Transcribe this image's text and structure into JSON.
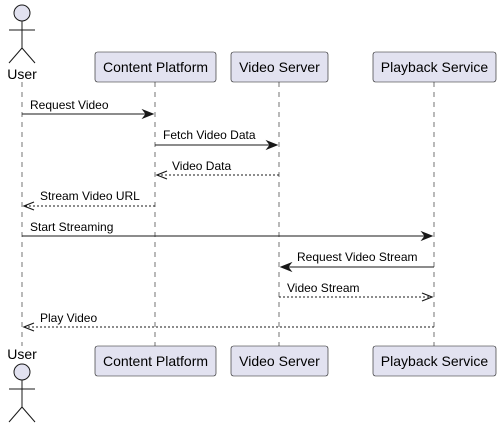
{
  "diagram": {
    "participants": [
      {
        "id": "user",
        "label": "User",
        "kind": "actor",
        "icon": "actor-stick-figure-icon"
      },
      {
        "id": "content_platform",
        "label": "Content Platform",
        "kind": "participant"
      },
      {
        "id": "video_server",
        "label": "Video Server",
        "kind": "participant"
      },
      {
        "id": "playback_service",
        "label": "Playback Service",
        "kind": "participant"
      }
    ],
    "messages": [
      {
        "from": "user",
        "to": "content_platform",
        "label": "Request Video",
        "style": "sync"
      },
      {
        "from": "content_platform",
        "to": "video_server",
        "label": "Fetch Video Data",
        "style": "sync"
      },
      {
        "from": "video_server",
        "to": "content_platform",
        "label": "Video Data",
        "style": "reply"
      },
      {
        "from": "content_platform",
        "to": "user",
        "label": "Stream Video URL",
        "style": "reply"
      },
      {
        "from": "user",
        "to": "playback_service",
        "label": "Start Streaming",
        "style": "sync"
      },
      {
        "from": "playback_service",
        "to": "video_server",
        "label": "Request Video Stream",
        "style": "sync"
      },
      {
        "from": "video_server",
        "to": "playback_service",
        "label": "Video Stream",
        "style": "reply"
      },
      {
        "from": "playback_service",
        "to": "user",
        "label": "Play Video",
        "style": "reply"
      }
    ],
    "colors": {
      "participant_fill": "#e2e2f0",
      "line": "#181818",
      "background": "#ffffff"
    }
  }
}
